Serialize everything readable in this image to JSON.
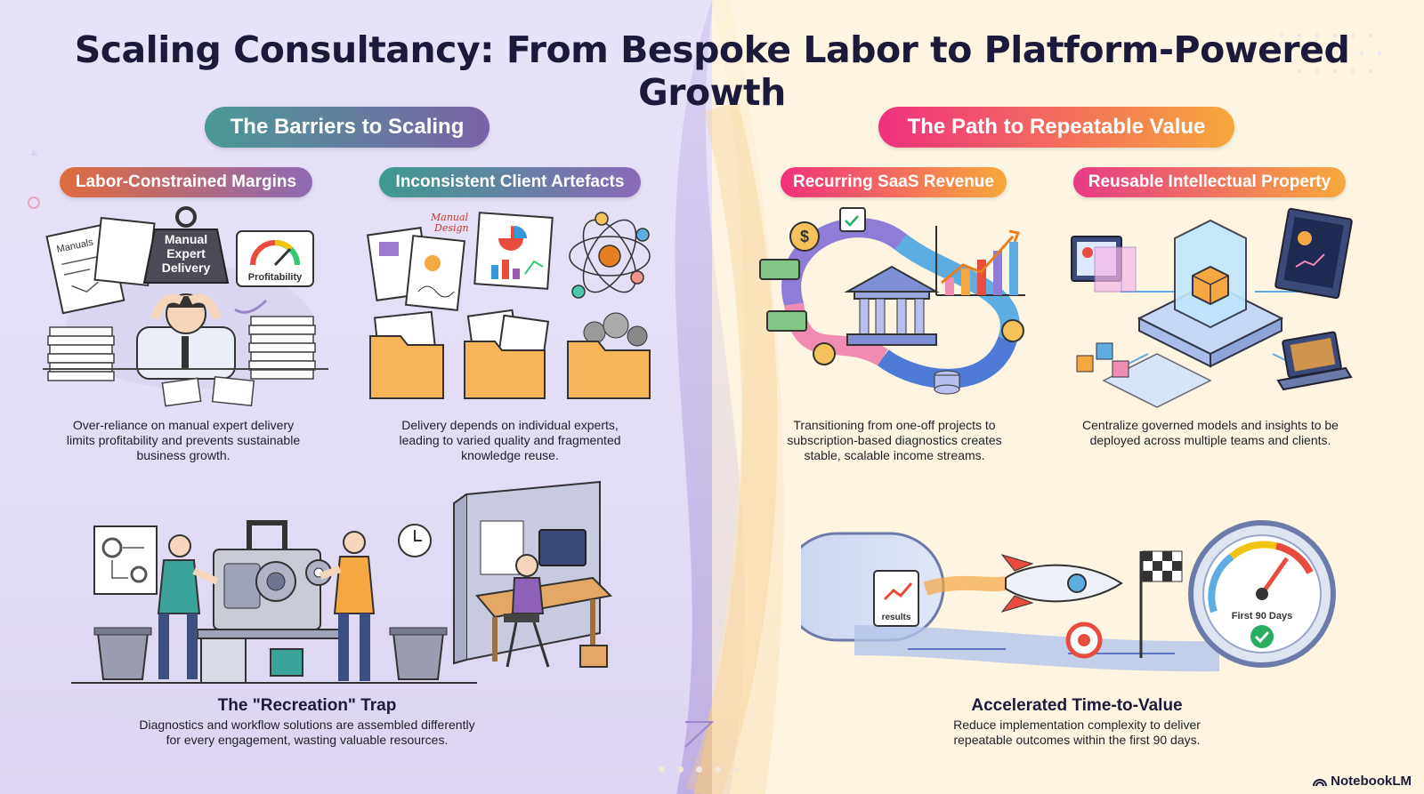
{
  "title": "Scaling Consultancy: From Bespoke Labor to Platform-Powered Growth",
  "left": {
    "heading": "The Barriers to Scaling",
    "cards": [
      {
        "label": "Labor-Constrained Margins",
        "desc": [
          "Over-reliance on manual expert delivery",
          "limits profitability and prevents sustainable",
          "business growth."
        ],
        "illus": {
          "weight_lines": [
            "Manual",
            "Expert",
            "Delivery"
          ],
          "gauge_label": "Profitability",
          "doc_label": "Manuals"
        }
      },
      {
        "label": "Inconsistent Client Artefacts",
        "desc": [
          "Delivery depends on individual experts,",
          "leading to varied quality and fragmented",
          "knowledge reuse."
        ],
        "illus": {
          "note": [
            "Manual",
            "Design"
          ]
        }
      }
    ],
    "bottom": {
      "title": "The \"Recreation\" Trap",
      "desc": [
        "Diagnostics and workflow solutions are assembled differently",
        "for every engagement, wasting valuable resources."
      ]
    }
  },
  "right": {
    "heading": "The Path to Repeatable Value",
    "cards": [
      {
        "label": "Recurring SaaS Revenue",
        "desc": [
          "Transitioning from one-off projects to",
          "subscription-based diagnostics creates",
          "stable, scalable income streams."
        ]
      },
      {
        "label": "Reusable Intellectual Property",
        "desc": [
          "Centralize governed models and insights to be",
          "deployed across multiple teams and clients."
        ]
      }
    ],
    "bottom": {
      "title": "Accelerated Time-to-Value",
      "desc": [
        "Reduce implementation complexity to deliver",
        "repeatable outcomes within the first 90 days."
      ],
      "illus": {
        "results_label": "results",
        "gauge_label": "First 90 Days"
      }
    }
  },
  "brand": "NotebookLM",
  "colors": {
    "title": "#1b1a3a",
    "barriers_pill": [
      "#4a9a94",
      "#7b62a8"
    ],
    "path_pill": [
      "#f0317e",
      "#f6a83c"
    ],
    "labor_pill": [
      "#e06b3c",
      "#8d6ab5"
    ],
    "inconsistent_pill": [
      "#3e9a8e",
      "#8a69b8"
    ],
    "saas_pill": [
      "#f0317e",
      "#f6a83c"
    ],
    "ip_pill": [
      "#e83b87",
      "#f6a83c"
    ]
  }
}
